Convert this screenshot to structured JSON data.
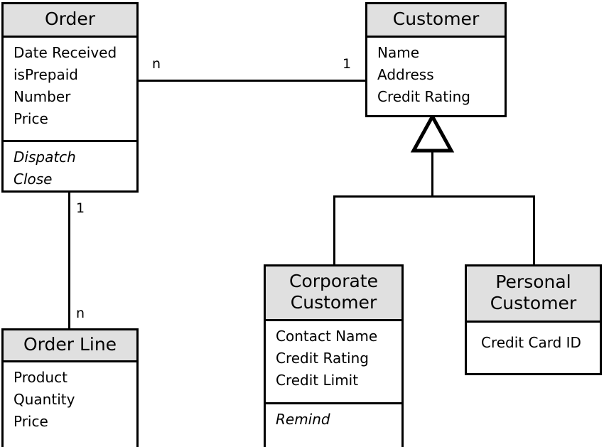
{
  "diagram": {
    "type": "uml-class-diagram",
    "background_color": "#ffffff",
    "line_color": "#000000",
    "header_fill": "#e0e0e0",
    "body_fill": "#ffffff"
  },
  "classes": {
    "order": {
      "name": "Order",
      "attributes": [
        "Date Received",
        "isPrepaid",
        "Number",
        "Price"
      ],
      "operations": [
        "Dispatch",
        "Close"
      ]
    },
    "customer": {
      "name": "Customer",
      "attributes": [
        "Name",
        "Address",
        "Credit Rating"
      ],
      "operations": []
    },
    "order_line": {
      "name": "Order Line",
      "attributes": [
        "Product",
        "Quantity",
        "Price"
      ],
      "operations": []
    },
    "corporate_customer": {
      "name_line1": "Corporate",
      "name_line2": "Customer",
      "attributes": [
        "Contact Name",
        "Credit Rating",
        "Credit Limit"
      ],
      "operations": [
        "Remind"
      ]
    },
    "personal_customer": {
      "name_line1": "Personal",
      "name_line2": "Customer",
      "attributes": [
        "Credit Card ID"
      ],
      "operations": []
    }
  },
  "relationships": [
    {
      "id": "order-customer",
      "kind": "association",
      "from": "order",
      "to": "customer",
      "source_multiplicity": "n",
      "target_multiplicity": "1"
    },
    {
      "id": "order-orderline",
      "kind": "association",
      "from": "order",
      "to": "order_line",
      "source_multiplicity": "1",
      "target_multiplicity": "n"
    },
    {
      "id": "customer-generalization",
      "kind": "generalization",
      "parent": "customer",
      "children": [
        "corporate_customer",
        "personal_customer"
      ]
    }
  ],
  "labels": {
    "order_customer_n": "n",
    "order_customer_1": "1",
    "order_line_1": "1",
    "order_line_n": "n"
  }
}
